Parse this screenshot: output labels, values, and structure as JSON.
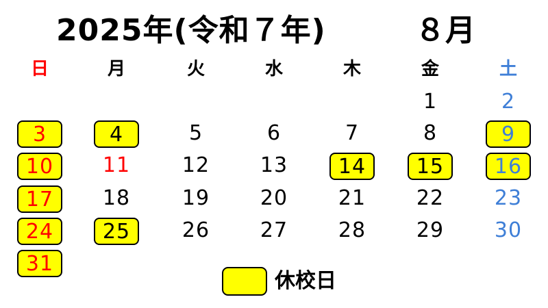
{
  "title": {
    "year_era": "2025年(令和７年)",
    "month": "８月"
  },
  "colors": {
    "sunday": "#ff0000",
    "saturday": "#3f7fd7",
    "weekday": "#000000",
    "holiday_fill": "#ffff00"
  },
  "weekdays": [
    "日",
    "月",
    "火",
    "水",
    "木",
    "金",
    "土"
  ],
  "weeks": [
    [
      {
        "day": "",
        "holiday": false,
        "color": "weekday"
      },
      {
        "day": "",
        "holiday": false,
        "color": "weekday"
      },
      {
        "day": "",
        "holiday": false,
        "color": "weekday"
      },
      {
        "day": "",
        "holiday": false,
        "color": "weekday"
      },
      {
        "day": "",
        "holiday": false,
        "color": "weekday"
      },
      {
        "day": "1",
        "holiday": false,
        "color": "weekday"
      },
      {
        "day": "2",
        "holiday": false,
        "color": "saturday"
      }
    ],
    [
      {
        "day": "3",
        "holiday": true,
        "color": "sunday"
      },
      {
        "day": "4",
        "holiday": true,
        "color": "weekday"
      },
      {
        "day": "5",
        "holiday": false,
        "color": "weekday"
      },
      {
        "day": "6",
        "holiday": false,
        "color": "weekday"
      },
      {
        "day": "7",
        "holiday": false,
        "color": "weekday"
      },
      {
        "day": "8",
        "holiday": false,
        "color": "weekday"
      },
      {
        "day": "9",
        "holiday": true,
        "color": "saturday"
      }
    ],
    [
      {
        "day": "10",
        "holiday": true,
        "color": "sunday"
      },
      {
        "day": "11",
        "holiday": false,
        "color": "sunday"
      },
      {
        "day": "12",
        "holiday": false,
        "color": "weekday"
      },
      {
        "day": "13",
        "holiday": false,
        "color": "weekday"
      },
      {
        "day": "14",
        "holiday": true,
        "color": "weekday"
      },
      {
        "day": "15",
        "holiday": true,
        "color": "weekday"
      },
      {
        "day": "16",
        "holiday": true,
        "color": "saturday"
      }
    ],
    [
      {
        "day": "17",
        "holiday": true,
        "color": "sunday"
      },
      {
        "day": "18",
        "holiday": false,
        "color": "weekday"
      },
      {
        "day": "19",
        "holiday": false,
        "color": "weekday"
      },
      {
        "day": "20",
        "holiday": false,
        "color": "weekday"
      },
      {
        "day": "21",
        "holiday": false,
        "color": "weekday"
      },
      {
        "day": "22",
        "holiday": false,
        "color": "weekday"
      },
      {
        "day": "23",
        "holiday": false,
        "color": "saturday"
      }
    ],
    [
      {
        "day": "24",
        "holiday": true,
        "color": "sunday"
      },
      {
        "day": "25",
        "holiday": true,
        "color": "weekday"
      },
      {
        "day": "26",
        "holiday": false,
        "color": "weekday"
      },
      {
        "day": "27",
        "holiday": false,
        "color": "weekday"
      },
      {
        "day": "28",
        "holiday": false,
        "color": "weekday"
      },
      {
        "day": "29",
        "holiday": false,
        "color": "weekday"
      },
      {
        "day": "30",
        "holiday": false,
        "color": "saturday"
      }
    ],
    [
      {
        "day": "31",
        "holiday": true,
        "color": "sunday"
      },
      {
        "day": "",
        "holiday": false,
        "color": "weekday"
      },
      {
        "day": "",
        "holiday": false,
        "color": "weekday"
      },
      {
        "day": "",
        "holiday": false,
        "color": "weekday"
      },
      {
        "day": "",
        "holiday": false,
        "color": "weekday"
      },
      {
        "day": "",
        "holiday": false,
        "color": "weekday"
      },
      {
        "day": "",
        "holiday": false,
        "color": "weekday"
      }
    ]
  ],
  "legend": {
    "label": "休校日"
  }
}
